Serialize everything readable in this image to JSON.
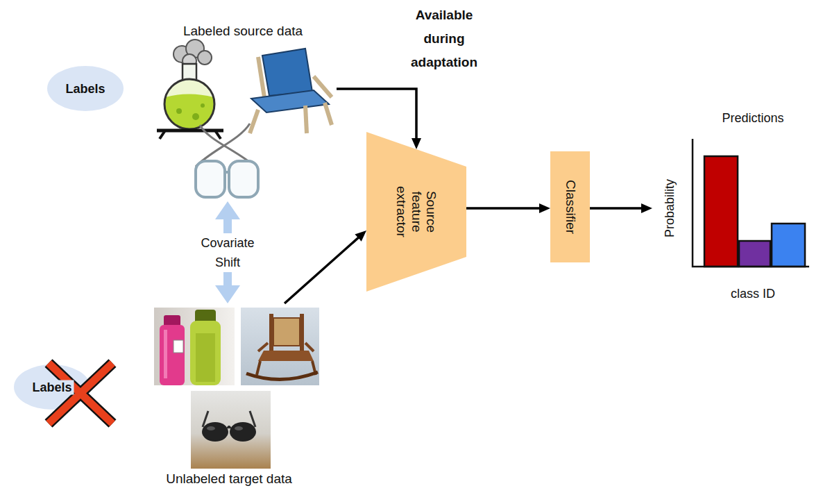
{
  "diagram": {
    "nodes": [
      {
        "text": [
          "Labels"
        ]
      },
      {
        "text": [
          "Labeled source data"
        ]
      },
      {
        "text": [
          "Source feature extractor"
        ]
      },
      {
        "text": [
          "Classifier"
        ]
      },
      {
        "text": [
          "Predictions",
          "Probability",
          "class ID"
        ]
      },
      {
        "text": [
          "Unlabeled target data"
        ]
      },
      {
        "text": [
          "Labels"
        ]
      }
    ],
    "edges": [
      {
        "from": 1,
        "to": 2,
        "arrow": "to"
      },
      {
        "from": 5,
        "to": 2,
        "arrow": "to"
      },
      {
        "from": 2,
        "to": 3,
        "arrow": "to"
      },
      {
        "from": 3,
        "to": 4,
        "arrow": "to"
      },
      {
        "from": 1,
        "to": 5,
        "arrow": "both",
        "label": "Covariate Shift"
      }
    ],
    "labels": [
      "Available during adaptation"
    ]
  }
}
